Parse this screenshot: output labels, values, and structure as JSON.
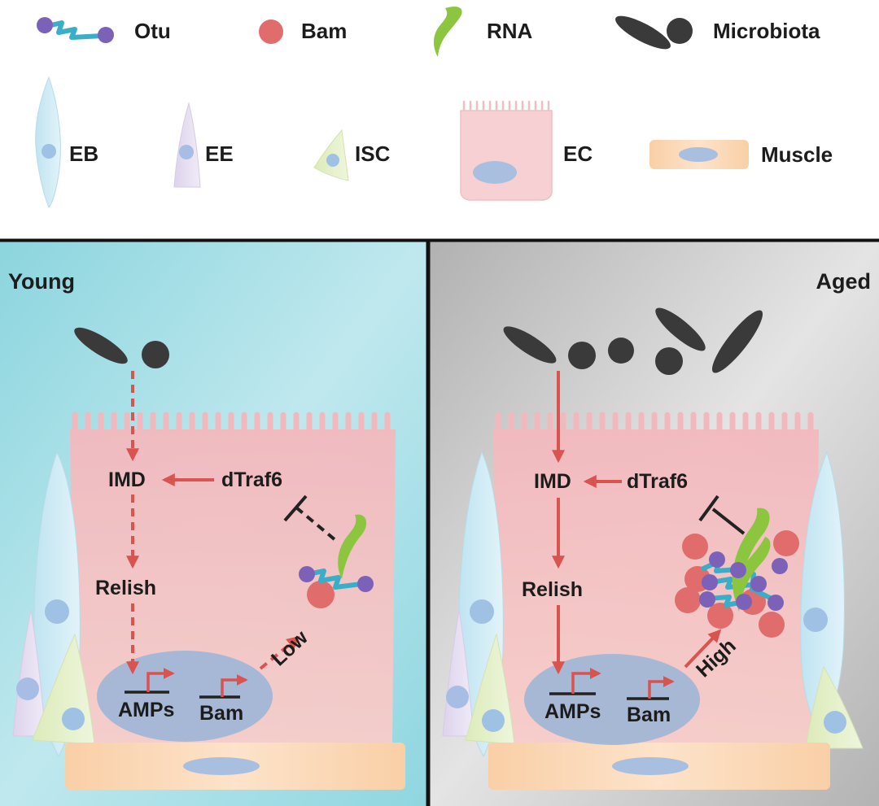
{
  "legend": {
    "otu": "Otu",
    "bam": "Bam",
    "rna": "RNA",
    "microbiota": "Microbiota",
    "eb": "EB",
    "ee": "EE",
    "isc": "ISC",
    "ec": "EC",
    "muscle": "Muscle"
  },
  "panels": {
    "young": {
      "title": "Young",
      "imd": "IMD",
      "dtraf6": "dTraf6",
      "relish": "Relish",
      "amps": "AMPs",
      "bam": "Bam",
      "level": "Low"
    },
    "aged": {
      "title": "Aged",
      "imd": "IMD",
      "dtraf6": "dTraf6",
      "relish": "Relish",
      "amps": "AMPs",
      "bam": "Bam",
      "level": "High"
    }
  },
  "colors": {
    "young_bg": "#8fd6e0",
    "aged_bg": "#b5b5b5",
    "arrow": "#d9534f",
    "cell_pink": "#f4c4c4",
    "nucleus_blue": "#9fb6d6",
    "microbe": "#3a3a3a",
    "bam": "#e06c6c",
    "otu_purple": "#7b62b8",
    "otu_link": "#3aaec8",
    "rna_green": "#8cc63f",
    "muscle": "#f9d2ad"
  }
}
